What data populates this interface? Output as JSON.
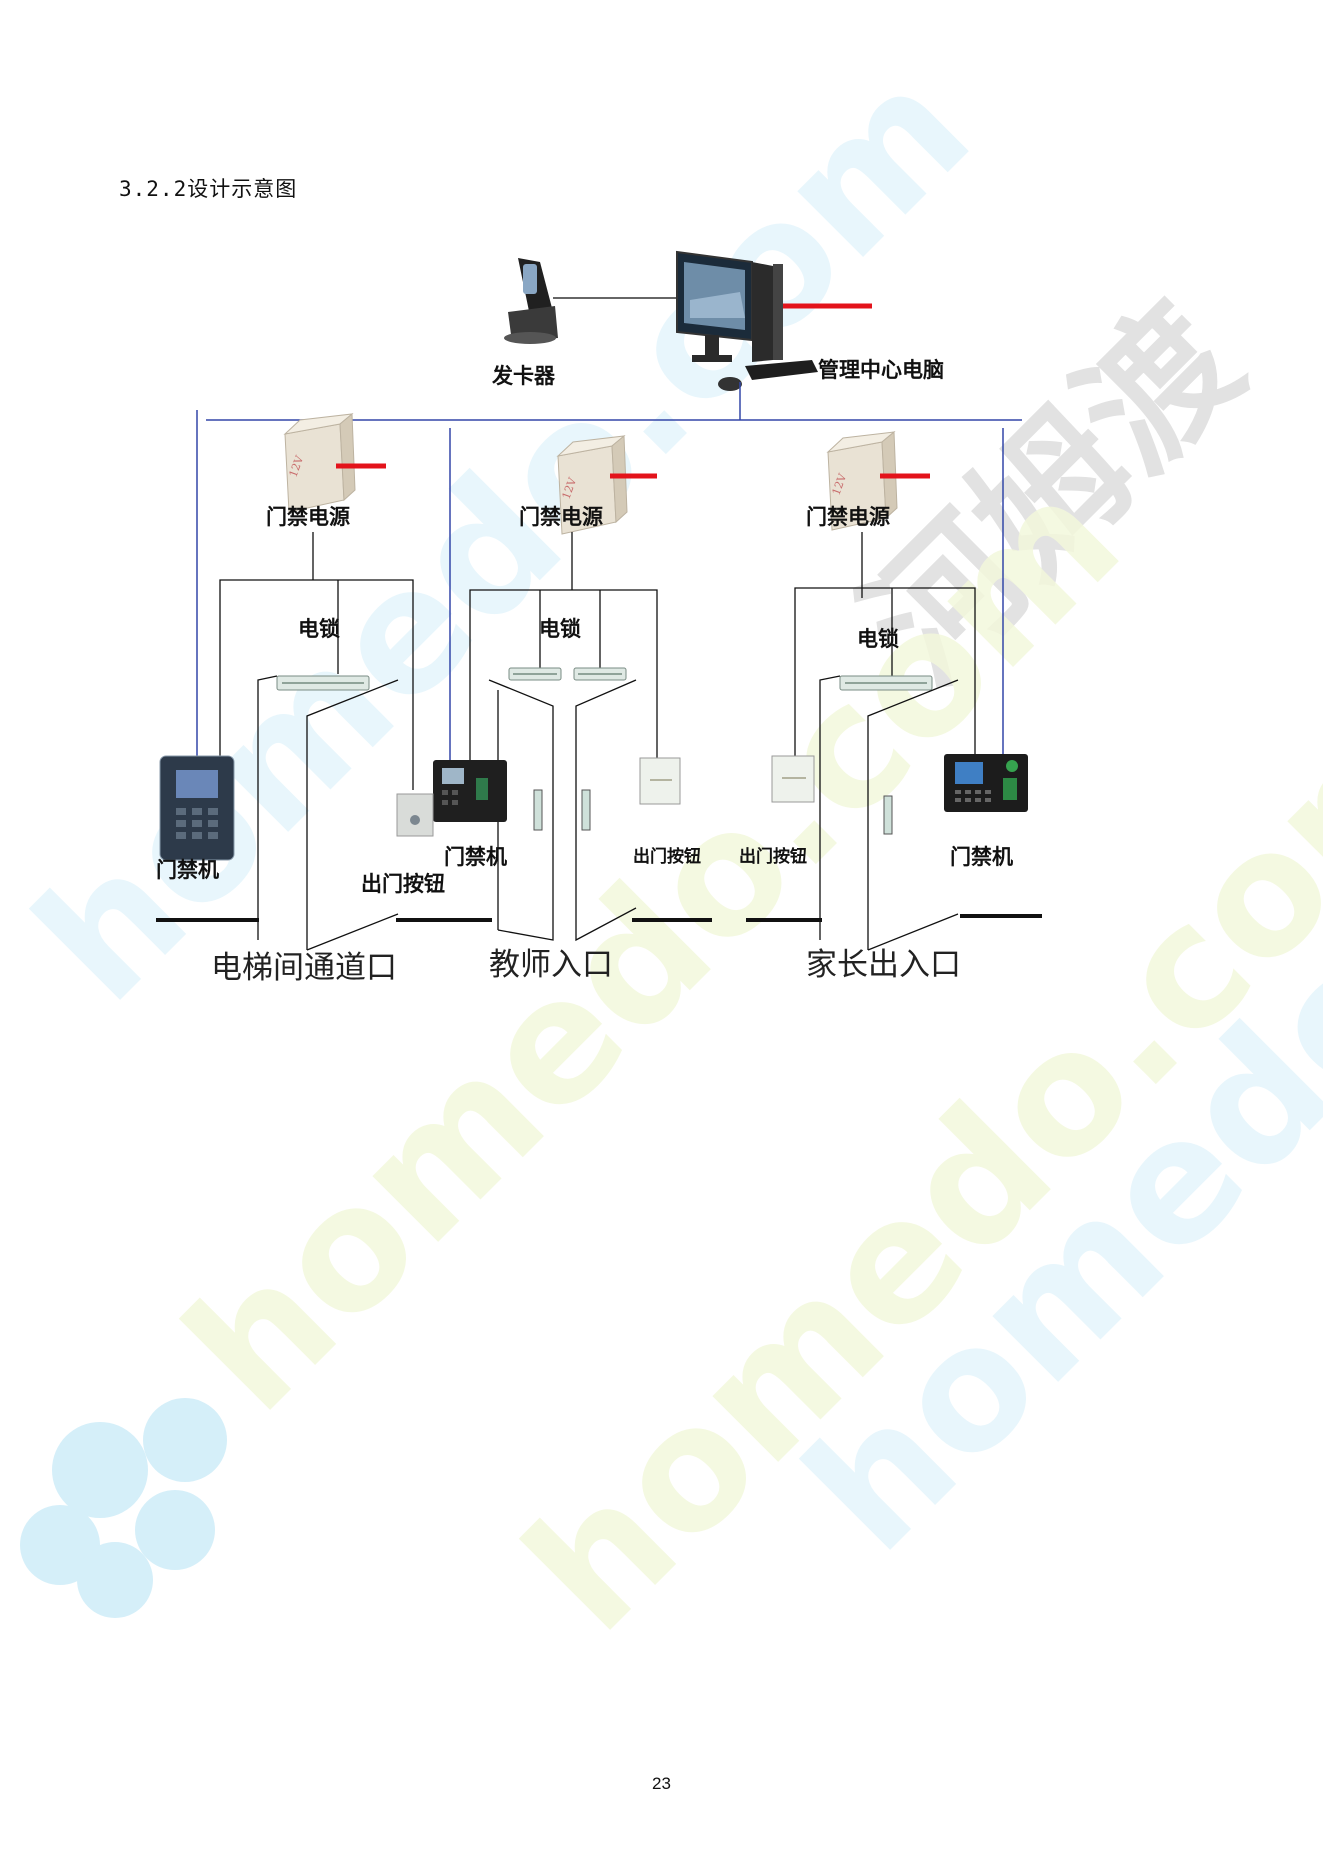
{
  "document": {
    "section_heading": "3.2.2设计示意图",
    "page_number": "23"
  },
  "diagram": {
    "center": {
      "card_issuer_label": "发卡器",
      "computer_label": "管理中心电脑"
    },
    "power_labels": [
      "门禁电源",
      "门禁电源",
      "门禁电源"
    ],
    "lock_labels": [
      "电锁",
      "电锁",
      "电锁"
    ],
    "controller_labels": [
      "门禁机",
      "门禁机",
      "门禁机"
    ],
    "exit_button_labels": [
      "出门按钮",
      "出门按钮",
      "出门按钮"
    ],
    "entrance_labels": [
      "电梯间通道口",
      "教师入口",
      "家长出入口"
    ]
  },
  "watermark": {
    "brand_cn": "河姆渡",
    "domain": "homedo.com",
    "colors": {
      "cyan": "#d8f1fa",
      "yellow": "#f4f7dc",
      "gray": "#d9d9d9"
    }
  },
  "colors": {
    "bus_line": "#3347a8",
    "wire": "#111111",
    "accent_red": "#e3131b"
  }
}
